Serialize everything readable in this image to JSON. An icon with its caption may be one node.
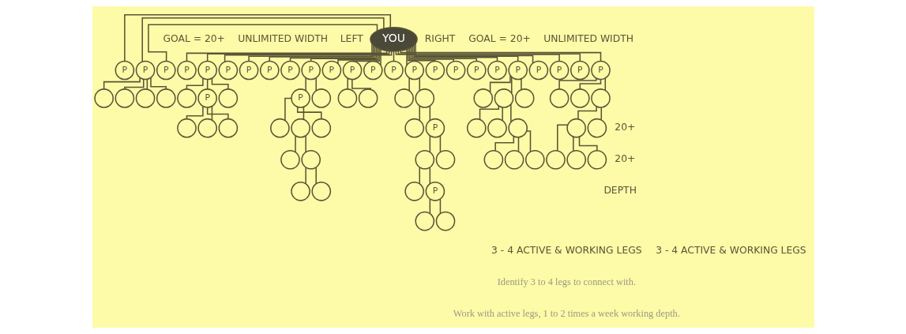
{
  "diagram": {
    "nodes": [
      {
        "text": [
          "YOU"
        ]
      },
      {
        "text": [
          "P"
        ]
      },
      {
        "text": [
          "P"
        ]
      },
      {
        "text": [
          "P"
        ]
      },
      {
        "text": [
          "P"
        ]
      },
      {
        "text": [
          "P"
        ]
      },
      {
        "text": [
          "P"
        ]
      },
      {
        "text": [
          "P"
        ]
      },
      {
        "text": [
          "P"
        ]
      },
      {
        "text": [
          "P"
        ]
      },
      {
        "text": [
          "P"
        ]
      },
      {
        "text": [
          "P"
        ]
      },
      {
        "text": [
          "P"
        ]
      },
      {
        "text": [
          "P"
        ]
      },
      {
        "text": [
          "P"
        ]
      },
      {
        "text": [
          "P"
        ]
      },
      {
        "text": [
          "P"
        ]
      },
      {
        "text": [
          "P"
        ]
      },
      {
        "text": [
          "P"
        ]
      },
      {
        "text": [
          "P"
        ]
      },
      {
        "text": [
          "P"
        ]
      },
      {
        "text": [
          "P"
        ]
      },
      {
        "text": [
          "P"
        ]
      },
      {
        "text": [
          "P"
        ]
      },
      {
        "text": [
          "P"
        ]
      },
      {
        "text": [],
        "shape": "circle"
      },
      {
        "text": [],
        "shape": "circle"
      },
      {
        "text": [],
        "shape": "circle"
      },
      {
        "text": [],
        "shape": "circle"
      },
      {
        "text": [],
        "shape": "circle"
      },
      {
        "text": [
          "P"
        ]
      },
      {
        "text": [],
        "shape": "circle"
      },
      {
        "text": [],
        "shape": "circle"
      },
      {
        "text": [],
        "shape": "circle"
      },
      {
        "text": [],
        "shape": "circle"
      },
      {
        "text": [
          "P"
        ]
      },
      {
        "text": [],
        "shape": "circle"
      },
      {
        "text": [],
        "shape": "circle"
      },
      {
        "text": [],
        "shape": "circle"
      },
      {
        "text": [],
        "shape": "circle"
      },
      {
        "text": [],
        "shape": "circle"
      },
      {
        "text": [],
        "shape": "circle"
      },
      {
        "text": [],
        "shape": "circle"
      },
      {
        "text": [],
        "shape": "circle"
      },
      {
        "text": [],
        "shape": "circle"
      },
      {
        "text": [],
        "shape": "circle"
      },
      {
        "text": [],
        "shape": "circle"
      },
      {
        "text": [],
        "shape": "circle"
      },
      {
        "text": [],
        "shape": "circle"
      },
      {
        "text": [
          "P"
        ]
      },
      {
        "text": [],
        "shape": "circle"
      },
      {
        "text": [],
        "shape": "circle"
      },
      {
        "text": [],
        "shape": "circle"
      },
      {
        "text": [
          "P"
        ]
      },
      {
        "text": [],
        "shape": "circle"
      },
      {
        "text": [],
        "shape": "circle"
      },
      {
        "text": [],
        "shape": "circle"
      },
      {
        "text": [],
        "shape": "circle"
      },
      {
        "text": [],
        "shape": "circle"
      },
      {
        "text": [],
        "shape": "circle"
      },
      {
        "text": [],
        "shape": "circle"
      },
      {
        "text": [],
        "shape": "circle"
      },
      {
        "text": [],
        "shape": "circle"
      },
      {
        "text": [],
        "shape": "circle"
      },
      {
        "text": [],
        "shape": "circle"
      },
      {
        "text": [],
        "shape": "circle"
      },
      {
        "text": [],
        "shape": "circle"
      },
      {
        "text": [],
        "shape": "circle"
      },
      {
        "text": [],
        "shape": "circle"
      },
      {
        "text": [],
        "shape": "circle"
      },
      {
        "text": [],
        "shape": "circle"
      },
      {
        "text": [],
        "shape": "circle"
      },
      {
        "text": [],
        "shape": "circle"
      }
    ],
    "edges": [
      {
        "from": 0,
        "to": 1,
        "arrow": "none"
      },
      {
        "from": 0,
        "to": 2,
        "arrow": "none"
      },
      {
        "from": 0,
        "to": 3,
        "arrow": "none"
      },
      {
        "from": 0,
        "to": 4,
        "arrow": "none"
      },
      {
        "from": 0,
        "to": 5,
        "arrow": "none"
      },
      {
        "from": 0,
        "to": 6,
        "arrow": "none"
      },
      {
        "from": 0,
        "to": 7,
        "arrow": "none"
      },
      {
        "from": 0,
        "to": 8,
        "arrow": "none"
      },
      {
        "from": 0,
        "to": 9,
        "arrow": "none"
      },
      {
        "from": 0,
        "to": 10,
        "arrow": "none"
      },
      {
        "from": 0,
        "to": 11,
        "arrow": "none"
      },
      {
        "from": 0,
        "to": 12,
        "arrow": "none"
      },
      {
        "from": 0,
        "to": 13,
        "arrow": "none"
      },
      {
        "from": 0,
        "to": 14,
        "arrow": "none"
      },
      {
        "from": 0,
        "to": 15,
        "arrow": "none"
      },
      {
        "from": 0,
        "to": 16,
        "arrow": "none"
      },
      {
        "from": 0,
        "to": 17,
        "arrow": "none"
      },
      {
        "from": 0,
        "to": 18,
        "arrow": "none"
      },
      {
        "from": 0,
        "to": 19,
        "arrow": "none"
      },
      {
        "from": 0,
        "to": 20,
        "arrow": "none"
      },
      {
        "from": 0,
        "to": 21,
        "arrow": "none"
      },
      {
        "from": 0,
        "to": 22,
        "arrow": "none"
      },
      {
        "from": 0,
        "to": 23,
        "arrow": "none"
      },
      {
        "from": 0,
        "to": 24,
        "arrow": "none"
      },
      {
        "from": 2,
        "to": 25,
        "arrow": "none"
      },
      {
        "from": 2,
        "to": 26,
        "arrow": "none"
      },
      {
        "from": 2,
        "to": 27,
        "arrow": "none"
      },
      {
        "from": 2,
        "to": 28,
        "arrow": "none"
      },
      {
        "from": 5,
        "to": 29,
        "arrow": "none"
      },
      {
        "from": 5,
        "to": 30,
        "arrow": "none"
      },
      {
        "from": 5,
        "to": 31,
        "arrow": "none"
      },
      {
        "from": 30,
        "to": 32,
        "arrow": "none"
      },
      {
        "from": 30,
        "to": 33,
        "arrow": "none"
      },
      {
        "from": 30,
        "to": 34,
        "arrow": "none"
      },
      {
        "from": 10,
        "to": 35,
        "arrow": "none"
      },
      {
        "from": 10,
        "to": 36,
        "arrow": "none"
      },
      {
        "from": 35,
        "to": 37,
        "arrow": "none"
      },
      {
        "from": 35,
        "to": 38,
        "arrow": "none"
      },
      {
        "from": 35,
        "to": 39,
        "arrow": "none"
      },
      {
        "from": 38,
        "to": 40,
        "arrow": "none"
      },
      {
        "from": 38,
        "to": 41,
        "arrow": "none"
      },
      {
        "from": 41,
        "to": 42,
        "arrow": "none"
      },
      {
        "from": 41,
        "to": 43,
        "arrow": "none"
      },
      {
        "from": 12,
        "to": 44,
        "arrow": "none"
      },
      {
        "from": 12,
        "to": 45,
        "arrow": "none"
      },
      {
        "from": 15,
        "to": 46,
        "arrow": "none"
      },
      {
        "from": 15,
        "to": 47,
        "arrow": "none"
      },
      {
        "from": 47,
        "to": 48,
        "arrow": "none"
      },
      {
        "from": 47,
        "to": 49,
        "arrow": "none"
      },
      {
        "from": 49,
        "to": 50,
        "arrow": "none"
      },
      {
        "from": 49,
        "to": 51,
        "arrow": "none"
      },
      {
        "from": 50,
        "to": 52,
        "arrow": "none"
      },
      {
        "from": 50,
        "to": 53,
        "arrow": "none"
      },
      {
        "from": 53,
        "to": 54,
        "arrow": "none"
      },
      {
        "from": 53,
        "to": 55,
        "arrow": "none"
      },
      {
        "from": 20,
        "to": 56,
        "arrow": "none"
      },
      {
        "from": 20,
        "to": 57,
        "arrow": "none"
      },
      {
        "from": 20,
        "to": 58,
        "arrow": "none"
      },
      {
        "from": 57,
        "to": 59,
        "arrow": "none"
      },
      {
        "from": 57,
        "to": 60,
        "arrow": "none"
      },
      {
        "from": 57,
        "to": 61,
        "arrow": "none"
      },
      {
        "from": 61,
        "to": 62,
        "arrow": "none"
      },
      {
        "from": 61,
        "to": 63,
        "arrow": "none"
      },
      {
        "from": 61,
        "to": 64,
        "arrow": "none"
      },
      {
        "from": 24,
        "to": 65,
        "arrow": "none"
      },
      {
        "from": 24,
        "to": 66,
        "arrow": "none"
      },
      {
        "from": 24,
        "to": 67,
        "arrow": "none"
      },
      {
        "from": 67,
        "to": 68,
        "arrow": "none"
      },
      {
        "from": 67,
        "to": 69,
        "arrow": "none"
      },
      {
        "from": 68,
        "to": 70,
        "arrow": "none"
      },
      {
        "from": 68,
        "to": 71,
        "arrow": "none"
      },
      {
        "from": 68,
        "to": 72,
        "arrow": "none"
      }
    ],
    "labels": [
      "GOAL = 20+",
      "UNLIMITED WIDTH",
      "LEFT",
      "RIGHT",
      "GOAL = 20+",
      "UNLIMITED WIDTH",
      "20+",
      "20+",
      "DEPTH",
      "3 - 4 ACTIVE & WORKING LEGS",
      "3 - 4 ACTIVE & WORKING LEGS",
      "Identify 3 to 4 legs to connect with.",
      "Work with active legs, 1 to 2 times a week working depth."
    ]
  }
}
